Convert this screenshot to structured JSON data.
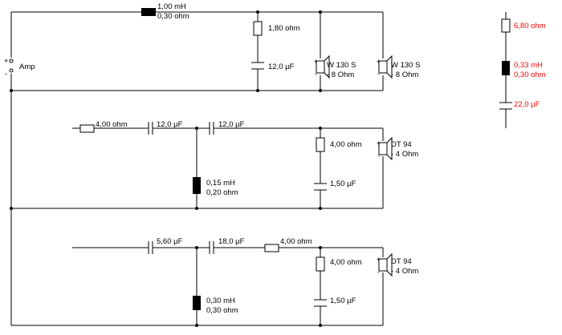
{
  "amp": {
    "label": "Amp",
    "plus": "+",
    "minus": "-"
  },
  "top_section": {
    "inductor": {
      "value": "1,00 mH",
      "resistance": "0,30 ohm"
    },
    "resistor": {
      "value": "1,80 ohm"
    },
    "capacitor": {
      "value": "12,0 µF"
    },
    "woofer_1": {
      "name": "W 130 S",
      "impedance": "- 8 Ohm"
    },
    "woofer_2": {
      "name": "W 130 S",
      "impedance": "- 8 Ohm"
    }
  },
  "middle_section": {
    "series_resistor": {
      "value": "4,00 ohm"
    },
    "cap_1": {
      "value": "12,0 µF"
    },
    "cap_2": {
      "value": "12,0 µF"
    },
    "shunt_inductor": {
      "value": "0,15 mH",
      "resistance": "0,20 ohm"
    },
    "shunt_resistor": {
      "value": "4,00 ohm"
    },
    "shunt_cap": {
      "value": "1,50 µF"
    },
    "tweeter": {
      "name": "DT 94",
      "impedance": "- 4 Ohm"
    }
  },
  "bottom_section": {
    "cap_1": {
      "value": "5,60 µF"
    },
    "cap_2": {
      "value": "18,0 µF"
    },
    "series_resistor": {
      "value": "4,00 ohm"
    },
    "shunt_inductor": {
      "value": "0,30 mH",
      "resistance": "0,30 ohm"
    },
    "shunt_resistor": {
      "value": "4,00 ohm"
    },
    "shunt_cap": {
      "value": "1,50 µF"
    },
    "tweeter": {
      "name": "DT 94",
      "impedance": "- 4 Ohm"
    }
  },
  "notch_filter": {
    "resistor": {
      "value": "6,80 ohm"
    },
    "inductor": {
      "value": "0,33 mH",
      "resistance": "0,30 ohm"
    },
    "capacitor": {
      "value": "22,0 µF"
    },
    "color": "#ff0000"
  }
}
